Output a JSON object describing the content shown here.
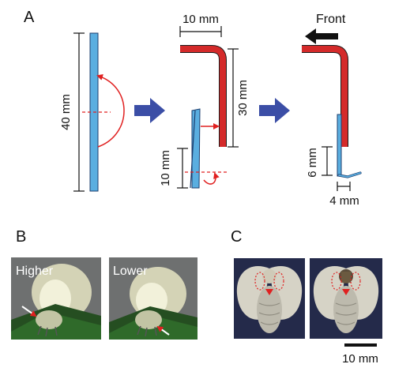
{
  "panels": {
    "a": {
      "label": "A",
      "dim_total_length": "40 mm",
      "dim_top_width": "10 mm",
      "dim_vertical_length": "30 mm",
      "dim_lower_length": "10 mm",
      "dim_bottom_height": "6 mm",
      "dim_foot_width": "4 mm",
      "direction_label": "Front",
      "colors": {
        "strip": "#5aaee0",
        "rod": "#d42a2a",
        "arrow": "#3b4ea6",
        "annotation": "#e02020"
      }
    },
    "b": {
      "label": "B",
      "photo_left_label": "Higher",
      "photo_right_label": "Lower"
    },
    "c": {
      "label": "C",
      "scale_bar_label": "10 mm"
    }
  }
}
